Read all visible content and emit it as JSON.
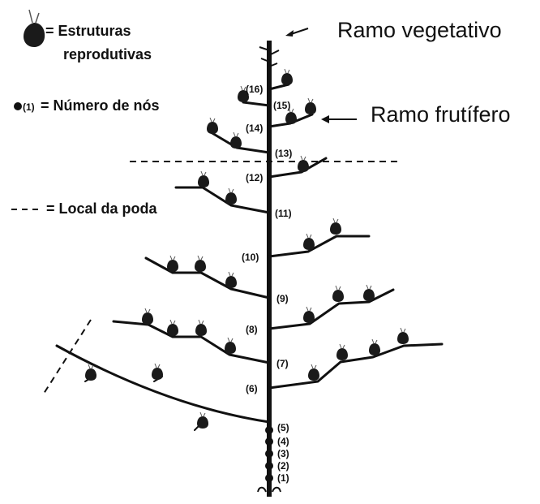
{
  "legend": {
    "reproductive_line1": "= Estruturas",
    "reproductive_line2": "reprodutivas",
    "node_marker": "(1)",
    "node_text": "= Número de nós",
    "prune_text": "= Local da poda"
  },
  "labels": {
    "vegetative_branch": "Ramo vegetativo",
    "fruiting_branch": "Ramo frutífero"
  },
  "nodes": [
    "(1)",
    "(2)",
    "(3)",
    "(4)",
    "(5)",
    "(6)",
    "(7)",
    "(8)",
    "(9)",
    "(10)",
    "(11)",
    "(12)",
    "(13)",
    "(14)",
    "(15)",
    "(16)"
  ]
}
